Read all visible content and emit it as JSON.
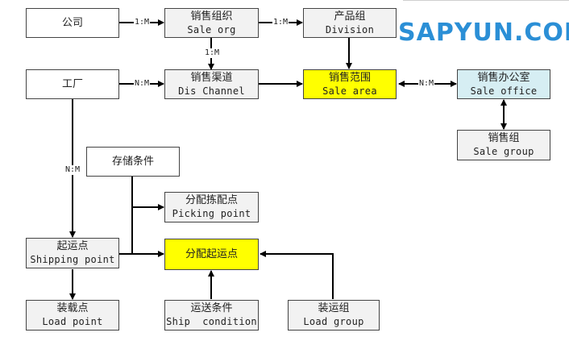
{
  "boxes": {
    "company": {
      "zh": "公司"
    },
    "sales_org": {
      "zh": "销售组织",
      "en": "Sale org"
    },
    "division": {
      "zh": "产品组",
      "en": "Division"
    },
    "plant": {
      "zh": "工厂"
    },
    "dist_channel": {
      "zh": "销售渠道",
      "en": "Dis Channel"
    },
    "sales_area": {
      "zh": "销售范围",
      "en": "Sale area"
    },
    "sales_office": {
      "zh": "销售办公室",
      "en": "Sale office"
    },
    "sales_group": {
      "zh": "销售组",
      "en": "Sale group"
    },
    "storage_condition": {
      "zh": "存储条件"
    },
    "picking_point": {
      "zh": "分配拣配点",
      "en": "Picking point"
    },
    "shipping_point": {
      "zh": "起运点",
      "en": "Shipping point"
    },
    "assign_shipping_point": {
      "zh": "分配起运点"
    },
    "loading_point": {
      "zh": "装载点",
      "en": "Load point"
    },
    "ship_condition": {
      "zh": "运送条件",
      "en": "Ship  condition"
    },
    "loading_group": {
      "zh": "装运组",
      "en": "Load group"
    }
  },
  "relations": {
    "company_salesorg": "1:M",
    "salesorg_division": "1:M",
    "salesorg_channel": "1:M",
    "plant_channel": "N:M",
    "area_office": "N:M",
    "plant_shipping": "N:M"
  },
  "logo": {
    "text": "SAPYUN.COM",
    "icon": "cloud-logo-icon",
    "color": "#2b8fd6"
  },
  "colors": {
    "highlight": "#ffff00",
    "office": "#d6eef3",
    "box": "#f2f2f2"
  }
}
